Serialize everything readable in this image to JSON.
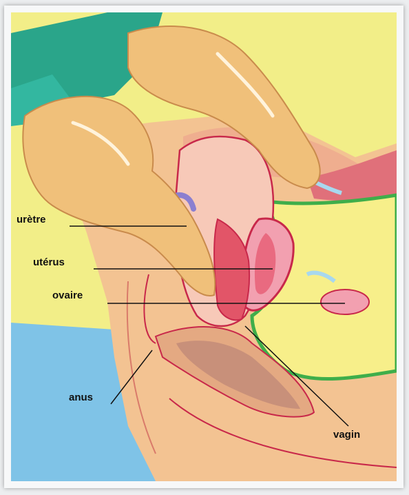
{
  "labels": {
    "uretre": "urètre",
    "uterus": "utérus",
    "ovaire": "ovaire",
    "anus": "anus",
    "vagin": "vagin"
  },
  "colors": {
    "background_yellow": "#f2ee88",
    "background_blue": "#7fc3e7",
    "skin": "#f3c392",
    "glove": "#f0c07a",
    "uterus": "#e96a80",
    "bladder": "#a8d8ee",
    "peritoneum_outline": "#3fae4a",
    "organ_outline": "#c8284a"
  }
}
